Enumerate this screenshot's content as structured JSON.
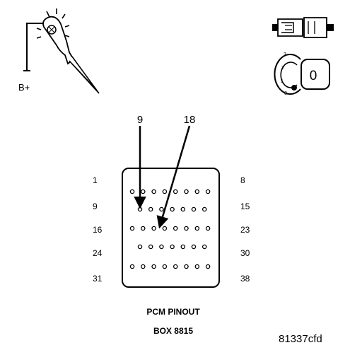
{
  "test_light": {
    "power_label": "B+"
  },
  "ignition": {
    "key_positions": [
      "3",
      "2",
      "1",
      "0"
    ],
    "key_label": "0"
  },
  "connector": {
    "pointer_labels": [
      "9",
      "18"
    ],
    "row_start_labels": [
      "1",
      "9",
      "16",
      "24",
      "31"
    ],
    "row_end_labels": [
      "8",
      "15",
      "23",
      "30",
      "38"
    ],
    "rows": [
      {
        "first_pin": 1,
        "last_pin": 8,
        "count": 8
      },
      {
        "first_pin": 9,
        "last_pin": 15,
        "count": 7
      },
      {
        "first_pin": 16,
        "last_pin": 23,
        "count": 8
      },
      {
        "first_pin": 24,
        "last_pin": 30,
        "count": 7
      },
      {
        "first_pin": 31,
        "last_pin": 38,
        "count": 8
      }
    ],
    "probed_pins": [
      9,
      18
    ]
  },
  "caption": {
    "line1": "PCM PINOUT",
    "line2": "BOX 8815"
  },
  "figure_id": "81337cfd"
}
